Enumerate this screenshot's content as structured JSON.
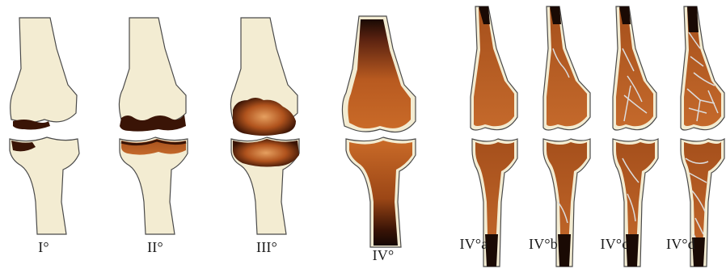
{
  "figure": {
    "colors": {
      "bone": "#f3ecd2",
      "outline": "#4a4a4a",
      "damage_dark": "#3a1406",
      "damage_mid": "#a8501c",
      "damage_light": "#d58a45",
      "crack": "#dcdcdc",
      "background": "#ffffff"
    },
    "stages": [
      {
        "id": "I",
        "label": "I°"
      },
      {
        "id": "II",
        "label": "II°"
      },
      {
        "id": "III",
        "label": "III°"
      },
      {
        "id": "IV",
        "label": "IV°"
      },
      {
        "id": "IVa",
        "label": "IV°a"
      },
      {
        "id": "IVb",
        "label": "IV°b"
      },
      {
        "id": "IVc",
        "label": "IV°c"
      },
      {
        "id": "IVd",
        "label": "IV°d"
      }
    ]
  }
}
